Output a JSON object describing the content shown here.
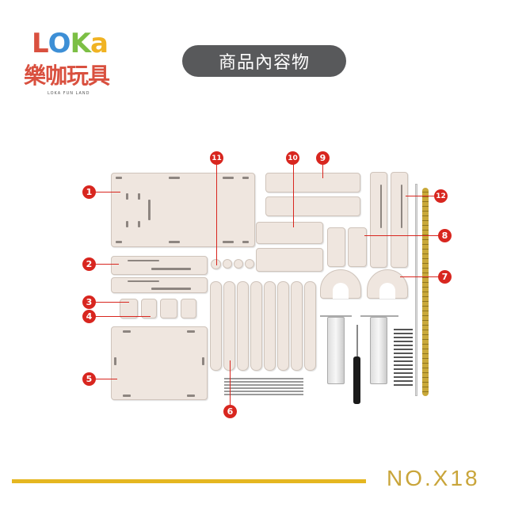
{
  "logo": {
    "letters": [
      "L",
      "O",
      "K",
      "a"
    ],
    "chinese": "樂咖玩具",
    "english": "LOKA FUN LAND"
  },
  "header": {
    "title": "商品內容物"
  },
  "parts": {
    "labels": [
      "1",
      "2",
      "3",
      "4",
      "5",
      "6",
      "7",
      "8",
      "9",
      "10",
      "11",
      "12"
    ]
  },
  "footer": {
    "code": "NO.X18"
  },
  "colors": {
    "label_red": "#d8261f",
    "title_pill": "#58595b",
    "accent_gold": "#e5b721"
  }
}
